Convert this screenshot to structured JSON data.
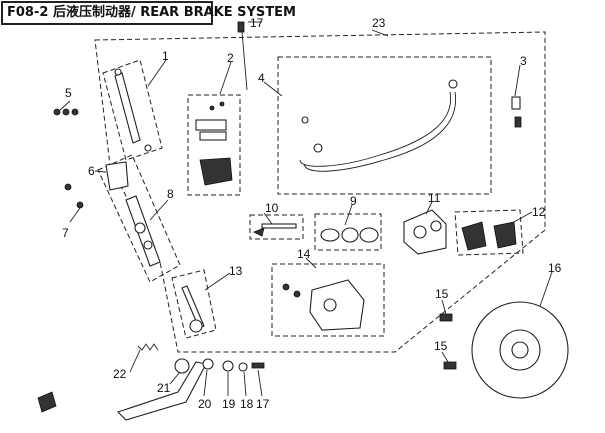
{
  "header": {
    "title": "F08-2 后液压制动器/ REAR BRAKE SYSTEM"
  },
  "callouts": {
    "c1": "1",
    "c2": "2",
    "c3": "3",
    "c4": "4",
    "c5": "5",
    "c6": "6",
    "c7": "7",
    "c8": "8",
    "c9": "9",
    "c10": "10",
    "c11": "11",
    "c12": "12",
    "c13": "13",
    "c14": "14",
    "c15a": "15",
    "c15b": "15",
    "c16": "16",
    "c17a": "17",
    "c17b": "17",
    "c18": "18",
    "c19": "19",
    "c20": "20",
    "c21": "21",
    "c22": "22",
    "c23": "23"
  }
}
